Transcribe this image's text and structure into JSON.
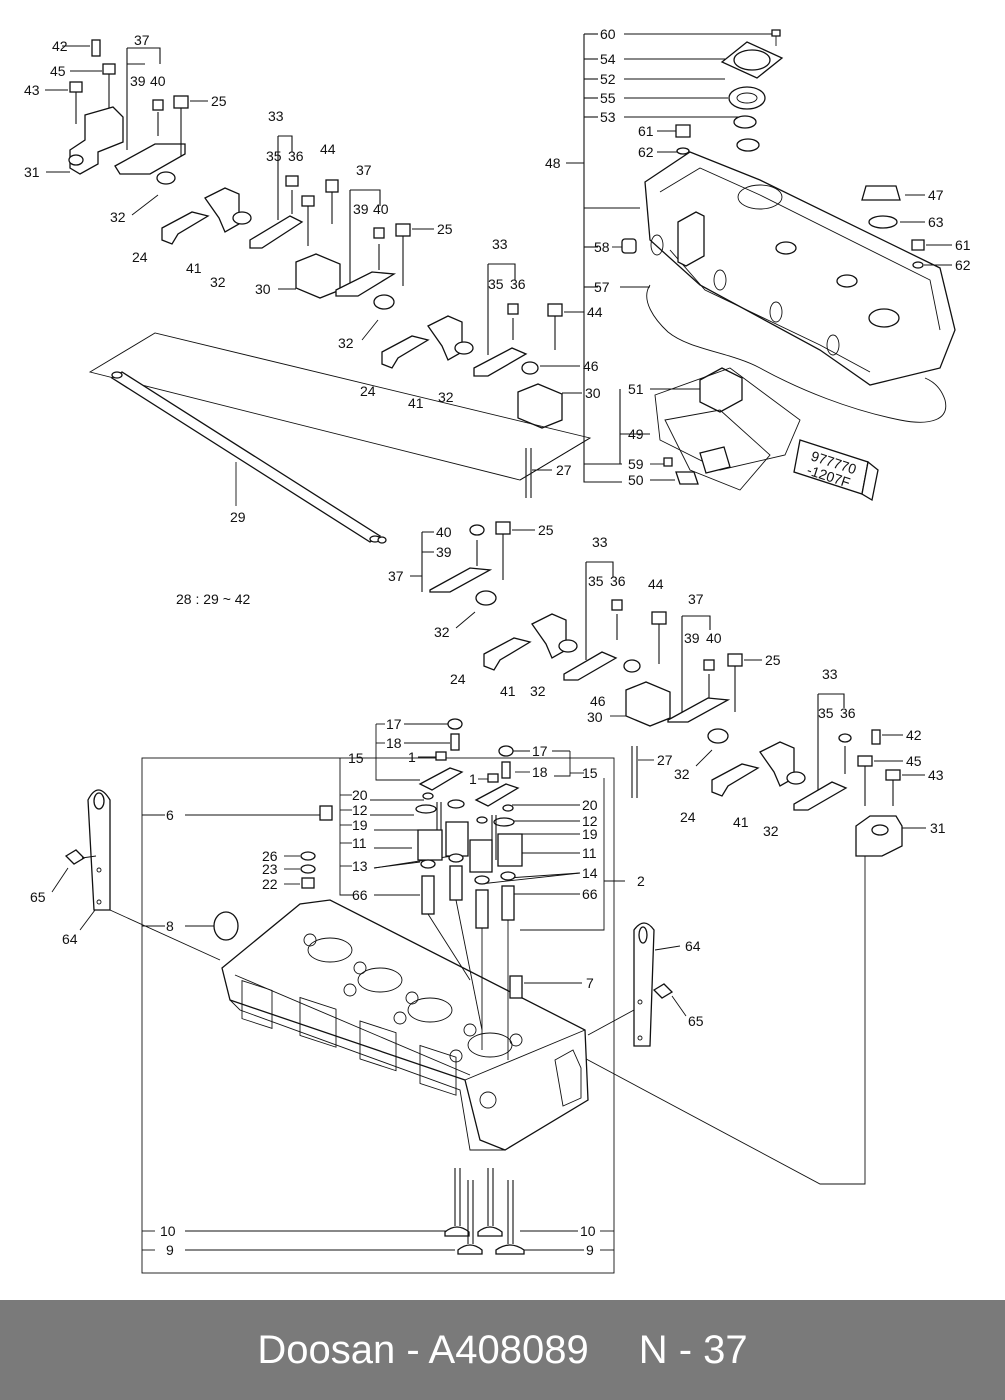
{
  "diagram": {
    "labels": {
      "n60": "60",
      "n54": "54",
      "n52": "52",
      "n55": "55",
      "n53": "53",
      "n48": "48",
      "n61a": "61",
      "n62a": "62",
      "n47": "47",
      "n63": "63",
      "n61b": "61",
      "n62b": "62",
      "n58": "58",
      "n57": "57",
      "n51": "51",
      "n49": "49",
      "n59": "59",
      "n50": "50",
      "n42a": "42",
      "n45a": "45",
      "n43a": "43",
      "n37a": "37",
      "n39a": "39",
      "n40a": "40",
      "n25a": "25",
      "n31a": "31",
      "n32a": "32",
      "n24a": "24",
      "n41a": "41",
      "n32b": "32",
      "n33a": "33",
      "n35a": "35",
      "n36a": "36",
      "n44a": "44",
      "n30a": "30",
      "n37b": "37",
      "n39b": "39",
      "n40b": "40",
      "n25b": "25",
      "n32c": "32",
      "n24b": "24",
      "n41b": "41",
      "n32d": "32",
      "n33b": "33",
      "n35b": "35",
      "n36b": "36",
      "n44b": "44",
      "n46a": "46",
      "n30b": "30",
      "n27a": "27",
      "n29": "29",
      "n28note": "28 : 29 ~ 42",
      "n40c": "40",
      "n39c": "39",
      "n37c": "37",
      "n25c": "25",
      "n32e": "32",
      "n24c": "24",
      "n41c": "41",
      "n32f": "32",
      "n33c": "33",
      "n35c": "35",
      "n36c": "36",
      "n44c": "44",
      "n46b": "46",
      "n30c": "30",
      "n37d": "37",
      "n39d": "39",
      "n40d": "40",
      "n25d": "25",
      "n27b": "27",
      "n32g": "32",
      "n33d": "33",
      "n35d": "35",
      "n36d": "36",
      "n42b": "42",
      "n45b": "45",
      "n43b": "43",
      "n31b": "31",
      "n24d": "24",
      "n41d": "41",
      "n32h": "32",
      "n17a": "17",
      "n18a": "18",
      "n15a": "15",
      "n1a": "1",
      "n20a": "20",
      "n12a": "12",
      "n19a": "19",
      "n11a": "11",
      "n13": "13",
      "n66a": "66",
      "n6": "6",
      "n26": "26",
      "n23": "23",
      "n22": "22",
      "n8": "8",
      "n65a": "65",
      "n64a": "64",
      "n17b": "17",
      "n18b": "18",
      "n15b": "15",
      "n1b": "1",
      "n20b": "20",
      "n12b": "12",
      "n19b": "19",
      "n11b": "11",
      "n14": "14",
      "n2": "2",
      "n66b": "66",
      "n7": "7",
      "n64b": "64",
      "n65b": "65",
      "n10a": "10",
      "n10b": "10",
      "n9a": "9",
      "n9b": "9",
      "tube_line1": "977770",
      "tube_line2": "-1207F"
    }
  },
  "footer": {
    "brand_part": "Doosan - A408089",
    "page": "N - 37"
  }
}
